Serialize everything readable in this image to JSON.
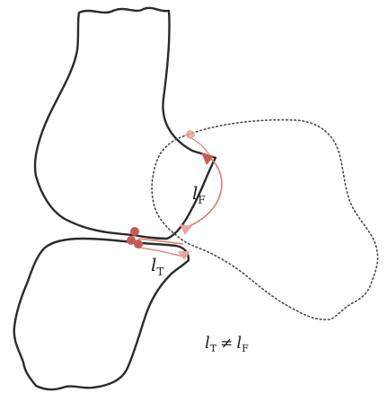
{
  "labels": {
    "l_f": {
      "base": "l",
      "sub": "F"
    },
    "l_t": {
      "base": "l",
      "sub": "T"
    },
    "inequality": {
      "left_base": "l",
      "left_sub": "T",
      "operator": "≠",
      "right_base": "l",
      "right_sub": "F"
    }
  },
  "colors": {
    "outline": "#2b2b2b",
    "dotted_outline": "#4a4a4a",
    "link": "#e07a6e",
    "marker": "#c85a55",
    "marker_light": "#e8a6a0",
    "text": "#222222"
  }
}
